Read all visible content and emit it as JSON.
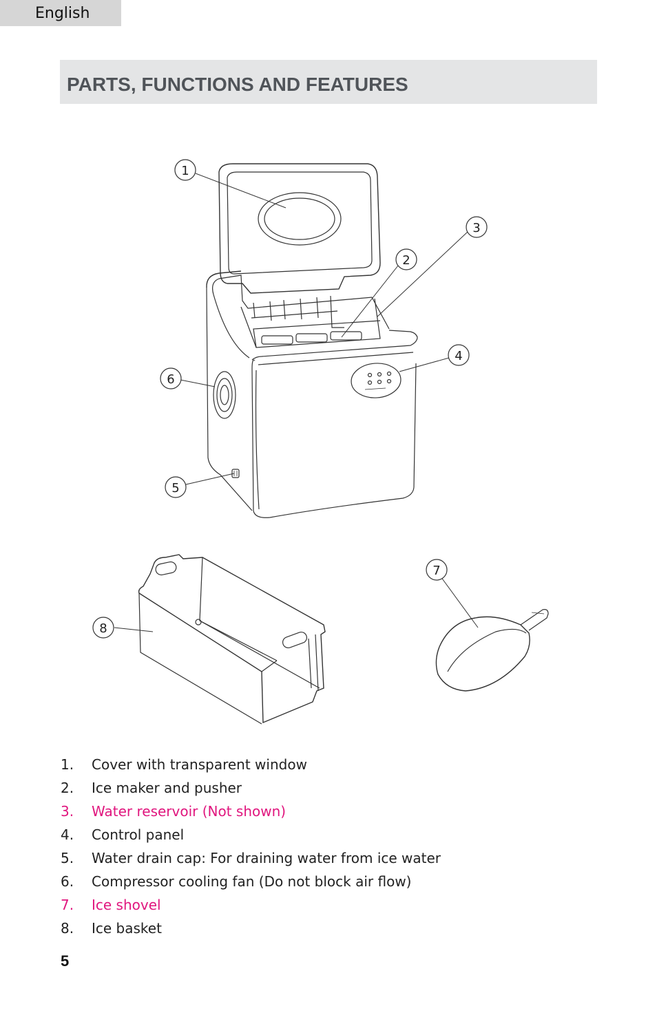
{
  "header": {
    "language_tab": "English"
  },
  "section": {
    "title": "PARTS, FUNCTIONS AND FEATURES"
  },
  "diagram": {
    "callouts": [
      "1",
      "2",
      "3",
      "4",
      "5",
      "6",
      "7",
      "8"
    ]
  },
  "parts": [
    {
      "num": "1.",
      "label": "Cover with transparent window",
      "highlight": false
    },
    {
      "num": "2.",
      "label": "Ice maker and pusher",
      "highlight": false
    },
    {
      "num": "3.",
      "label": "Water reservoir (Not shown)",
      "highlight": true
    },
    {
      "num": "4.",
      "label": "Control panel",
      "highlight": false
    },
    {
      "num": "5.",
      "label": "Water drain cap: For draining water from ice water",
      "highlight": false
    },
    {
      "num": "6.",
      "label": "Compressor cooling fan (Do not block air flow)",
      "highlight": false
    },
    {
      "num": "7.",
      "label": "Ice shovel",
      "highlight": true
    },
    {
      "num": "8.",
      "label": "Ice basket",
      "highlight": false
    }
  ],
  "colors": {
    "highlight_text": "#e0167e",
    "title_band": "#e4e5e6",
    "title_text": "#505459",
    "language_tab": "#d6d6d6"
  },
  "footer": {
    "page_number": "5"
  }
}
